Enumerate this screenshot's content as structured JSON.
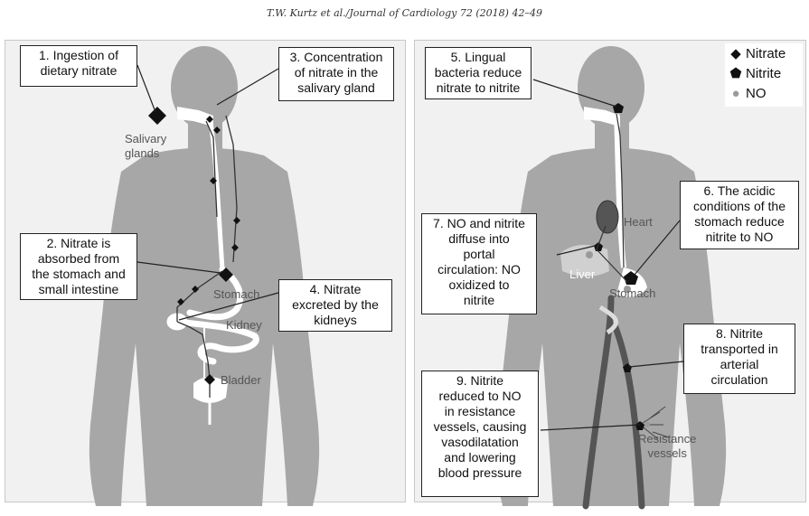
{
  "header": "T.W. Kurtz et al./Journal of Cardiology 72 (2018) 42–49",
  "legend": {
    "items": [
      {
        "label": "Nitrate",
        "shape": "diamond",
        "color": "#111111"
      },
      {
        "label": "Nitrite",
        "shape": "pentagon",
        "color": "#111111"
      },
      {
        "label": "NO",
        "shape": "circle",
        "color": "#9a9a9a"
      }
    ]
  },
  "left_panel": {
    "labels": {
      "salivary": "Salivary\nglands",
      "stomach": "Stomach",
      "kidney": "Kidney",
      "bladder": "Bladder"
    },
    "callouts": [
      {
        "id": "1",
        "text": "1. Ingestion of\ndietary nitrate"
      },
      {
        "id": "3",
        "text": "3. Concentration\nof nitrate in the\nsalivary gland"
      },
      {
        "id": "2",
        "text": "2. Nitrate is\nabsorbed from\nthe stomach and\nsmall intestine"
      },
      {
        "id": "4",
        "text": "4. Nitrate\nexcreted by the\nkidneys"
      }
    ]
  },
  "right_panel": {
    "labels": {
      "heart": "Heart",
      "liver": "Liver",
      "stomach": "Stomach",
      "resistance": "Resistance\nvessels"
    },
    "callouts": [
      {
        "id": "5",
        "text": "5. Lingual\nbacteria reduce\nnitrate to nitrite"
      },
      {
        "id": "6",
        "text": "6. The acidic\nconditions of the\nstomach reduce\nnitrite to NO"
      },
      {
        "id": "7",
        "text": "7. NO and nitrite\ndiffuse into\nportal\ncirculation: NO\noxidized to\nnitrite"
      },
      {
        "id": "8",
        "text": "8. Nitrite\ntransported in\narterial\ncirculation"
      },
      {
        "id": "9",
        "text": "9. Nitrite\nreduced to NO\nin resistance\nvessels, causing\nvasodilatation\nand lowering\nblood pressure"
      }
    ]
  }
}
